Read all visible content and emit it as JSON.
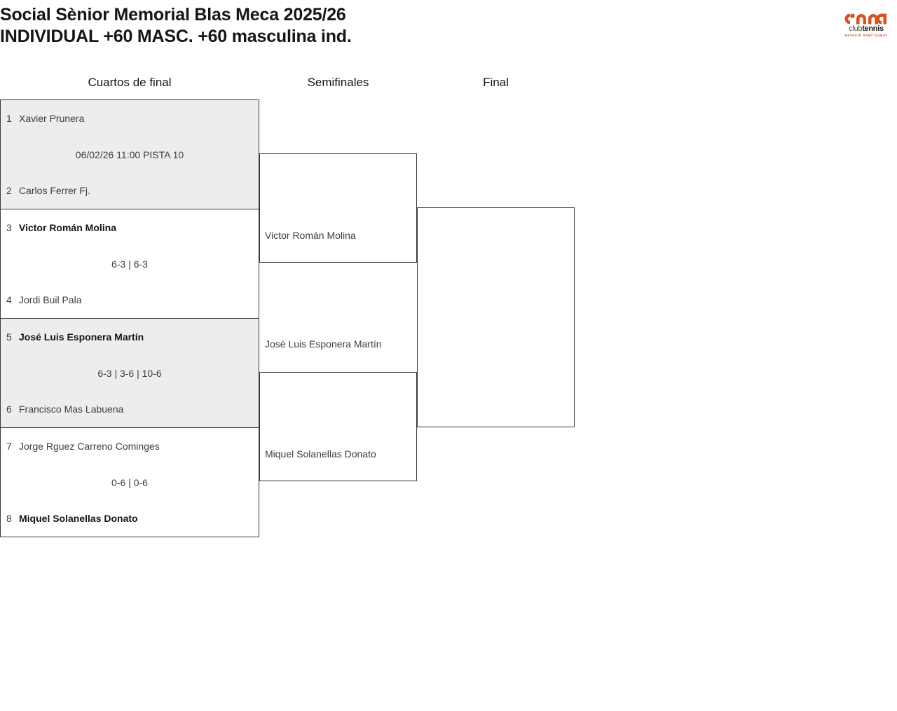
{
  "header": {
    "title_line1": "Social Sènior Memorial Blas Meca 2025/26",
    "title_line2": "INDIVIDUAL +60 MASC. +60 masculina ind."
  },
  "logo": {
    "word_club": "club",
    "word_tennis": "tennis",
    "subtitle": "NATACIÓ SANT CUGAT",
    "accent_color": "#d9531e"
  },
  "rounds": [
    {
      "label": "Cuartos de final"
    },
    {
      "label": "Semifinales"
    },
    {
      "label": "Final"
    }
  ],
  "quarterfinals": [
    {
      "shaded": true,
      "top": {
        "seed": "1",
        "name": "Xavier Prunera",
        "winner": false
      },
      "bottom": {
        "seed": "2",
        "name": "Carlos Ferrer Fj.",
        "winner": false
      },
      "result": "06/02/26 11:00 PISTA 10"
    },
    {
      "shaded": false,
      "top": {
        "seed": "3",
        "name": "Victor Román Molina",
        "winner": true
      },
      "bottom": {
        "seed": "4",
        "name": "Jordi Buil Pala",
        "winner": false
      },
      "result": "6-3 | 6-3"
    },
    {
      "shaded": true,
      "top": {
        "seed": "5",
        "name": "José Luis Esponera Martín",
        "winner": true
      },
      "bottom": {
        "seed": "6",
        "name": "Francisco Mas Labuena",
        "winner": false
      },
      "result": "6-3 | 3-6 | 10-6"
    },
    {
      "shaded": false,
      "top": {
        "seed": "7",
        "name": "Jorge Rguez Carreno Cominges",
        "winner": false
      },
      "bottom": {
        "seed": "8",
        "name": "Miquel Solanellas Donato",
        "winner": true
      },
      "result": "0-6 | 0-6"
    }
  ],
  "semifinals": [
    {
      "top_name": "",
      "bottom_name": "Victor Román Molina"
    },
    {
      "top_name": "José Luis Esponera Martín",
      "bottom_name": "Miquel Solanellas Donato"
    }
  ],
  "final": {
    "top_name": "",
    "bottom_name": ""
  }
}
